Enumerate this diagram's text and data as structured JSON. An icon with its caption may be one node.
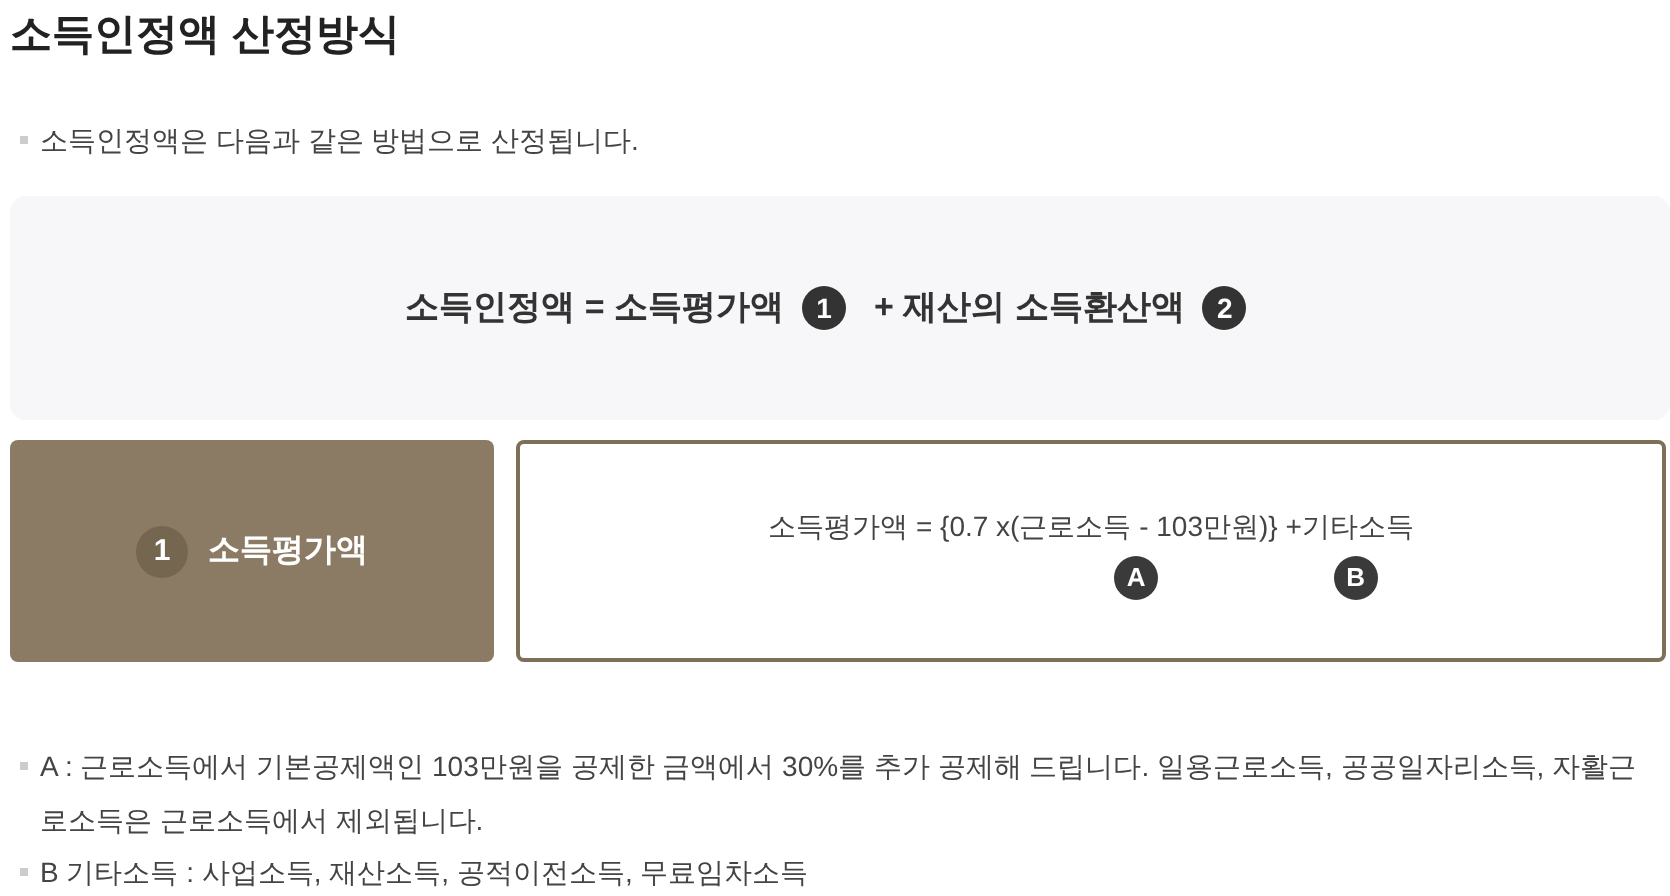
{
  "diagram": {
    "title": "소득인정액 산정방식",
    "nodes": [
      {
        "text": [
          "소득인정액 = 소득평가액",
          "1",
          "+ 재산의 소득환산액",
          "2"
        ]
      },
      {
        "text": [
          "1",
          "소득평가액"
        ]
      },
      {
        "text": [
          "소득평가액 = {0.7 x(근로소득 - 103만원)} +기타소득",
          "A",
          "B"
        ]
      }
    ],
    "labels": [
      "소득인정액은 다음과 같은 방법으로 산정됩니다.",
      "A : 근로소득에서 기본공제액인 103만원을 공제한 금액에서 30%를 추가 공제해 드립니다. 일용근로소득, 공공일자리소득, 자활근로소득은 근로소득에서 제외됩니다.",
      "B 기타소득 : 사업소득, 재산소득, 공적이전소득, 무료임차소득"
    ]
  }
}
